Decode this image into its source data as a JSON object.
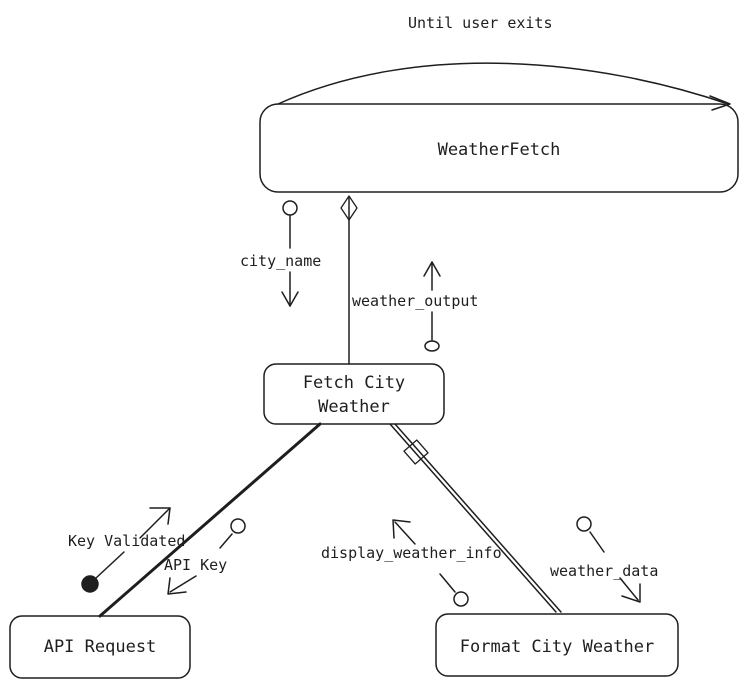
{
  "loop_label": "Until user exits",
  "nodes": {
    "root": "WeatherFetch",
    "fetch_line1": "Fetch City",
    "fetch_line2": "Weather",
    "api": "API Request",
    "format": "Format City Weather"
  },
  "flows": {
    "city_name": "city_name",
    "weather_output": "weather_output",
    "key_validated": "Key Validated",
    "api_key": "API Key",
    "display_weather_info": "display_weather_info",
    "weather_data": "weather_data"
  }
}
